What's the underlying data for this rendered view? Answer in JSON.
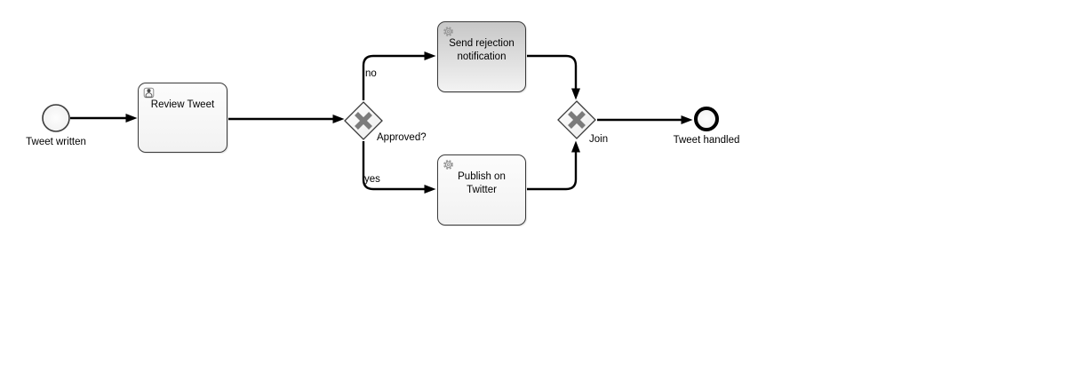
{
  "diagram_type": "bpmn-process",
  "nodes": {
    "start_event": {
      "type": "start-event",
      "label": "Tweet written"
    },
    "review_task": {
      "type": "user-task",
      "icon": "user-icon",
      "label": "Review Tweet"
    },
    "split_gateway": {
      "type": "exclusive-gateway",
      "icon": "x-cross-icon",
      "label": "Approved?"
    },
    "reject_task": {
      "type": "service-task",
      "icon": "gear-icon",
      "label": "Send rejection notification"
    },
    "publish_task": {
      "type": "service-task",
      "icon": "gear-icon",
      "label": "Publish on Twitter"
    },
    "join_gateway": {
      "type": "exclusive-gateway",
      "icon": "x-cross-icon",
      "label": "Join"
    },
    "end_event": {
      "type": "end-event",
      "label": "Tweet handled"
    }
  },
  "edge_labels": {
    "no": "no",
    "yes": "yes"
  },
  "colors": {
    "background": "#ffffff",
    "edge": "#000000",
    "node_border": "#3a3a3a",
    "gateway_cross": "#7b7b7b",
    "task_gray_top": "#c7c7c7",
    "task_fill_bottom": "#f3f3f3",
    "label_text": "#000000",
    "icon_gray": "#999999"
  }
}
